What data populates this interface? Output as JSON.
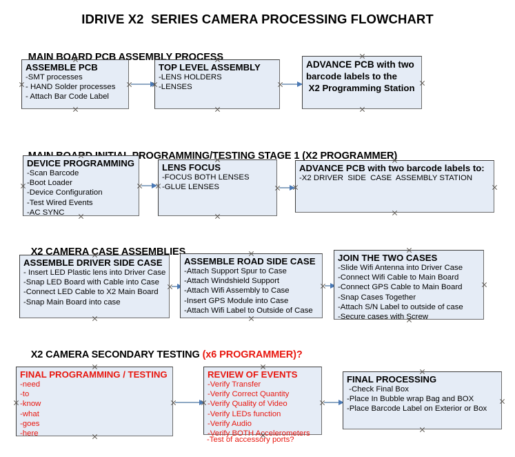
{
  "document": {
    "title": "IDRIVE X2  SERIES CAMERA PROCESSING FLOWCHART"
  },
  "sections": [
    {
      "id": "main-board-pcb-assembly",
      "heading": "MAIN BOARD PCB ASSEMBLY PROCESS",
      "heading_red": "",
      "boxes": [
        {
          "id": "assemble-pcb",
          "title": "ASSEMBLE PCB",
          "lines": [
            "-SMT processes",
            "- HAND Solder processes",
            "- Attach Bar Code Label"
          ]
        },
        {
          "id": "top-level-assembly",
          "title": "TOP LEVEL ASSEMBLY",
          "lines": [
            "-LENS HOLDERS",
            "-LENSES"
          ]
        },
        {
          "id": "advance-pcb-to-x2-programming-station",
          "title": "ADVANCE PCB with two",
          "lines": [
            "barcode labels to the",
            " X2 Programming Station"
          ]
        }
      ]
    },
    {
      "id": "main-board-initial-programming",
      "heading": "MAIN BOARD INITIAL PROGRAMMING/TESTING STAGE 1 (X2 PROGRAMMER)",
      "heading_red": "",
      "boxes": [
        {
          "id": "device-programming",
          "title": "DEVICE PROGRAMMING",
          "lines": [
            "-Scan Barcode",
            "-Boot Loader",
            "-Device Configuration",
            "-Test Wired Events",
            "-AC SYNC"
          ]
        },
        {
          "id": "lens-focus",
          "title": "LENS FOCUS",
          "lines": [
            "-FOCUS BOTH LENSES",
            "-GLUE LENSES"
          ]
        },
        {
          "id": "advance-pcb-to-driver-side-case-station",
          "title": "ADVANCE PCB with two barcode labels to:",
          "lines": [
            "-X2 DRIVER  SIDE  CASE  ASSEMBLY STATION"
          ]
        }
      ]
    },
    {
      "id": "x2-camera-case-assemblies",
      "heading": "X2 CAMERA CASE ASSEMBLIES",
      "heading_red": "",
      "boxes": [
        {
          "id": "assemble-driver-side-case",
          "title": "ASSEMBLE DRIVER SIDE CASE",
          "lines": [
            "- Insert LED Plastic lens into Driver Case",
            "-Snap LED Board with Cable into Case",
            "-Connect LED Cable to X2 Main Board",
            "-Snap Main Board into case"
          ]
        },
        {
          "id": "assemble-road-side-case",
          "title": "ASSEMBLE ROAD SIDE CASE",
          "lines": [
            "-Attach Support Spur to Case",
            "-Attach Windshield Support",
            "-Attach Wifi Assembly to Case",
            "-Insert GPS Module into Case",
            "-Attach Wifi Label to Outside of Case"
          ]
        },
        {
          "id": "join-the-two-cases",
          "title": "JOIN THE TWO CASES",
          "lines": [
            "-Slide Wifi Antenna into Driver Case",
            "-Connect Wifi Cable to Main Board",
            "-Connect GPS Cable to Main Board",
            "-Snap Cases Together",
            "-Attach S/N Label to outside of case",
            "-Secure cases with Screw"
          ]
        }
      ]
    },
    {
      "id": "x2-camera-secondary-testing",
      "heading": "X2 CAMERA SECONDARY TESTING ",
      "heading_red": "(x6 PROGRAMMER)?",
      "boxes": [
        {
          "id": "final-programming-testing",
          "title": "FINAL PROGRAMMING / TESTING",
          "lines": [
            "-need",
            "-to",
            "-know",
            "-what",
            "-goes",
            "-here"
          ]
        },
        {
          "id": "review-of-events",
          "title": "REVIEW OF EVENTS",
          "lines": [
            "-Verify Transfer",
            "-Verify Correct Quantity",
            "-Verify Quality of Video",
            "-Verify LEDs function",
            "-Verify Audio",
            "-Verify BOTH Accelerometers"
          ],
          "overflow_line": "-Test of accessory ports?"
        },
        {
          "id": "final-processing",
          "title": "FINAL PROCESSING",
          "lines": [
            " -Check Final Box",
            "-Place In Bubble wrap Bag and BOX",
            "-Place Barcode Label on Exterior or Box"
          ]
        }
      ]
    }
  ],
  "colors": {
    "box_fill": "#e5ecf6",
    "box_border": "#3c3c3c",
    "connector": "#8fa9c4",
    "arrowhead": "#4a79b5",
    "red_text": "#e8170f",
    "text": "#000000"
  }
}
